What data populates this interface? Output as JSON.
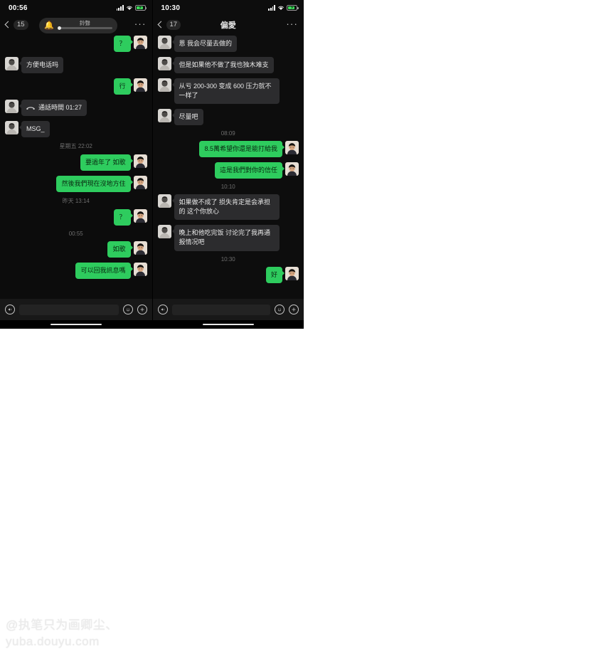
{
  "left_phone": {
    "status": {
      "time": "00:56",
      "signal": "signal-bars",
      "wifi": "wifi-icon",
      "battery": "battery-charging"
    },
    "nav": {
      "back_count": "15",
      "title": "",
      "menu": "···"
    },
    "volume_control": {
      "icon": "bell-muted-icon",
      "label": "鈴聲",
      "level": 0
    },
    "messages": [
      {
        "side": "out",
        "type": "text",
        "text": "？"
      },
      {
        "side": "in",
        "type": "text",
        "text": "方便电话吗"
      },
      {
        "side": "out",
        "type": "text",
        "text": "行"
      },
      {
        "side": "in",
        "type": "call",
        "text": "通話時間 01:27"
      },
      {
        "side": "in",
        "type": "text",
        "text": "MSG_"
      },
      {
        "side": "stamp",
        "type": "stamp",
        "text": "星期五 22:02"
      },
      {
        "side": "out",
        "type": "text",
        "text": "要過年了 如歌"
      },
      {
        "side": "out",
        "type": "text",
        "text": "然後我們現在沒地方住"
      },
      {
        "side": "stamp",
        "type": "stamp",
        "text": "昨天 13:14"
      },
      {
        "side": "out",
        "type": "text",
        "text": "？"
      },
      {
        "side": "stamp",
        "type": "stamp",
        "text": "00:55"
      },
      {
        "side": "out",
        "type": "text",
        "text": "如歌"
      },
      {
        "side": "out",
        "type": "text",
        "text": "可以回我訊息嗎"
      }
    ],
    "input": {
      "voice_icon": "voice-record-icon",
      "placeholder": "",
      "value": "",
      "emoji_icon": "emoji-icon",
      "plus_icon": "plus-icon"
    }
  },
  "right_phone": {
    "status": {
      "time": "10:30",
      "signal": "signal-bars",
      "wifi": "wifi-icon",
      "battery": "battery-charging"
    },
    "nav": {
      "back_count": "17",
      "title": "偏愛",
      "menu": "···"
    },
    "messages": [
      {
        "side": "in",
        "type": "text",
        "text": "恩 我会尽量去做的"
      },
      {
        "side": "in",
        "type": "text",
        "text": "但是如果他不做了我也独木难支"
      },
      {
        "side": "in",
        "type": "text",
        "text": "从亏 200-300 变成 600 压力就不一样了"
      },
      {
        "side": "in",
        "type": "text",
        "text": "尽量吧"
      },
      {
        "side": "stamp",
        "type": "stamp",
        "text": "08:09"
      },
      {
        "side": "out",
        "type": "text",
        "text": "8.5萬希望你還是能打給我"
      },
      {
        "side": "out",
        "type": "text",
        "text": "這是我們對你的信任"
      },
      {
        "side": "stamp",
        "type": "stamp",
        "text": "10:10"
      },
      {
        "side": "in",
        "type": "text",
        "text": "如果做不成了 损失肯定是会承担的 这个你放心"
      },
      {
        "side": "in",
        "type": "text",
        "text": "晚上和他吃完饭 讨论完了我再通报情况吧"
      },
      {
        "side": "stamp",
        "type": "stamp",
        "text": "10:30"
      },
      {
        "side": "out",
        "type": "text",
        "text": "好"
      }
    ],
    "input": {
      "voice_icon": "voice-record-icon",
      "placeholder": "",
      "value": "",
      "emoji_icon": "emoji-icon",
      "plus_icon": "plus-icon"
    }
  },
  "watermark": {
    "line1": "@执笔只为画卿尘、",
    "line2": "yuba.douyu.com"
  },
  "colors": {
    "outgoing_bubble": "#2ecc5e",
    "incoming_bubble": "#2c2c2e",
    "phone_background": "#0d0d0d",
    "battery_green": "#3ddc5a",
    "bell_red": "#c0392b"
  }
}
